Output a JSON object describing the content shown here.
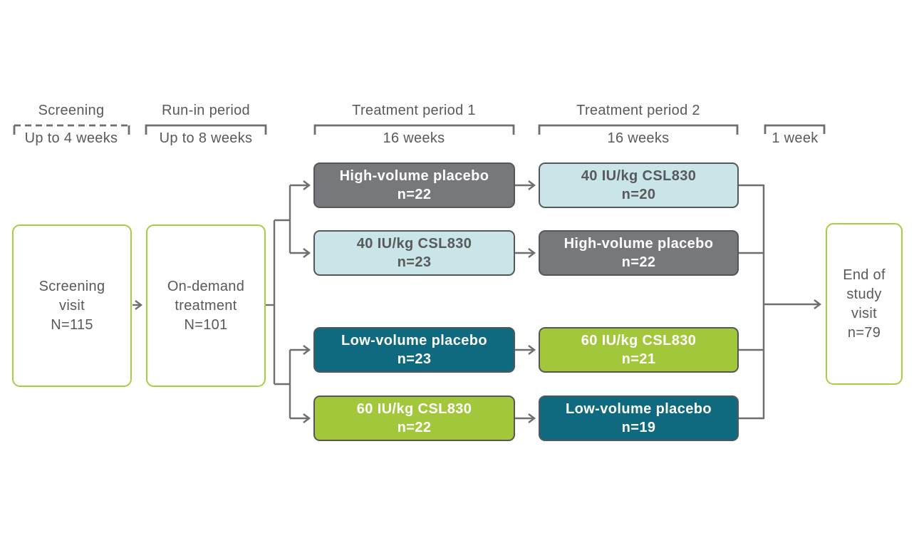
{
  "colors": {
    "green-fill": "#A2C73B",
    "green-border": "#A6CE42",
    "teal": "#0F6A80",
    "lightblue": "#C9E5E7",
    "gray": "#77787B",
    "box-border": "#55565A",
    "line": "#6D6E71",
    "text": "#58595B"
  },
  "header": {
    "screening": {
      "title": "Screening",
      "duration": "Up to 4 weeks"
    },
    "runin": {
      "title": "Run-in period",
      "duration": "Up to 8 weeks"
    },
    "tp1": {
      "title": "Treatment period 1",
      "duration": "16 weeks"
    },
    "tp2": {
      "title": "Treatment period 2",
      "duration": "16 weeks"
    },
    "followup": {
      "duration": "1 week"
    }
  },
  "flow": {
    "screening_visit": {
      "label": "Screening visit",
      "n": "N=115"
    },
    "on_demand": {
      "label": "On-demand treatment",
      "n": "N=101"
    },
    "end_of_study": {
      "label": "End of study visit",
      "n": "n=79"
    },
    "period1": [
      {
        "label": "High-volume placebo",
        "n": "n=22",
        "color": "gray"
      },
      {
        "label": "40 IU/kg CSL830",
        "n": "n=23",
        "color": "lightblue"
      },
      {
        "label": "Low-volume placebo",
        "n": "n=23",
        "color": "teal"
      },
      {
        "label": "60 IU/kg CSL830",
        "n": "n=22",
        "color": "green"
      }
    ],
    "period2": [
      {
        "label": "40 IU/kg CSL830",
        "n": "n=20",
        "color": "lightblue"
      },
      {
        "label": "High-volume placebo",
        "n": "n=22",
        "color": "gray"
      },
      {
        "label": "60 IU/kg CSL830",
        "n": "n=21",
        "color": "green"
      },
      {
        "label": "Low-volume placebo",
        "n": "n=19",
        "color": "teal"
      }
    ]
  }
}
